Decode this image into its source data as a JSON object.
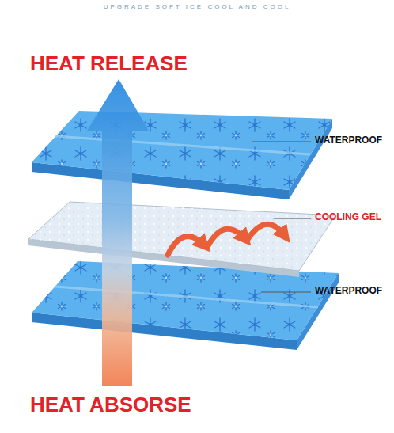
{
  "diagram": {
    "title": "UPGRADE SOFT ICE COOL AND COOL",
    "labels": [
      "HEAT RELEASE",
      "WATERPROOF",
      "COOLING GEL",
      "WATERPROOF",
      "HEAT ABSORSE"
    ]
  }
}
